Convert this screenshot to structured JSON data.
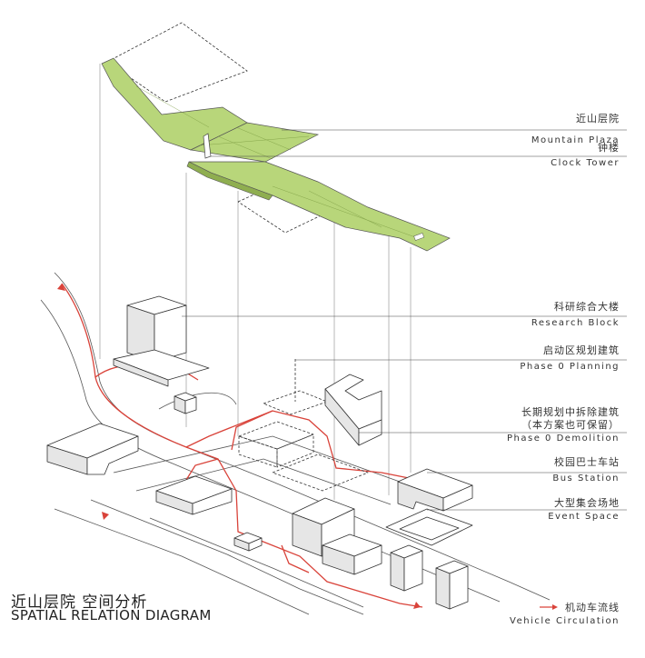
{
  "title": {
    "cn": "近山层院 空间分析",
    "en": "SPATIAL RELATION DIAGRAM"
  },
  "labels": [
    {
      "key": "mountain-plaza",
      "cn": "近山层院",
      "en": "Mountain Plaza"
    },
    {
      "key": "clock-tower",
      "cn": "钟楼",
      "en": "Clock Tower"
    },
    {
      "key": "research-block",
      "cn": "科研综合大楼",
      "en": "Research Block"
    },
    {
      "key": "phase0-planning",
      "cn": "启动区规划建筑",
      "en": "Phase 0 Planning"
    },
    {
      "key": "phase0-demolition",
      "cn": "长期规划中拆除建筑",
      "cn2": "（本方案也可保留）",
      "en": "Phase 0 Demolition"
    },
    {
      "key": "bus-station",
      "cn": "校园巴士车站",
      "en": "Bus Station"
    },
    {
      "key": "event-space",
      "cn": "大型集会场地",
      "en": "Event Space"
    }
  ],
  "legend": {
    "cn": "机动车流线",
    "en": "Vehicle Circulation"
  },
  "colors": {
    "plaza_green": "#b8d67a",
    "circulation_red": "#d9433a",
    "line": "#333333",
    "building_fill": "#ffffff",
    "building_shade": "#e6e6e6"
  }
}
